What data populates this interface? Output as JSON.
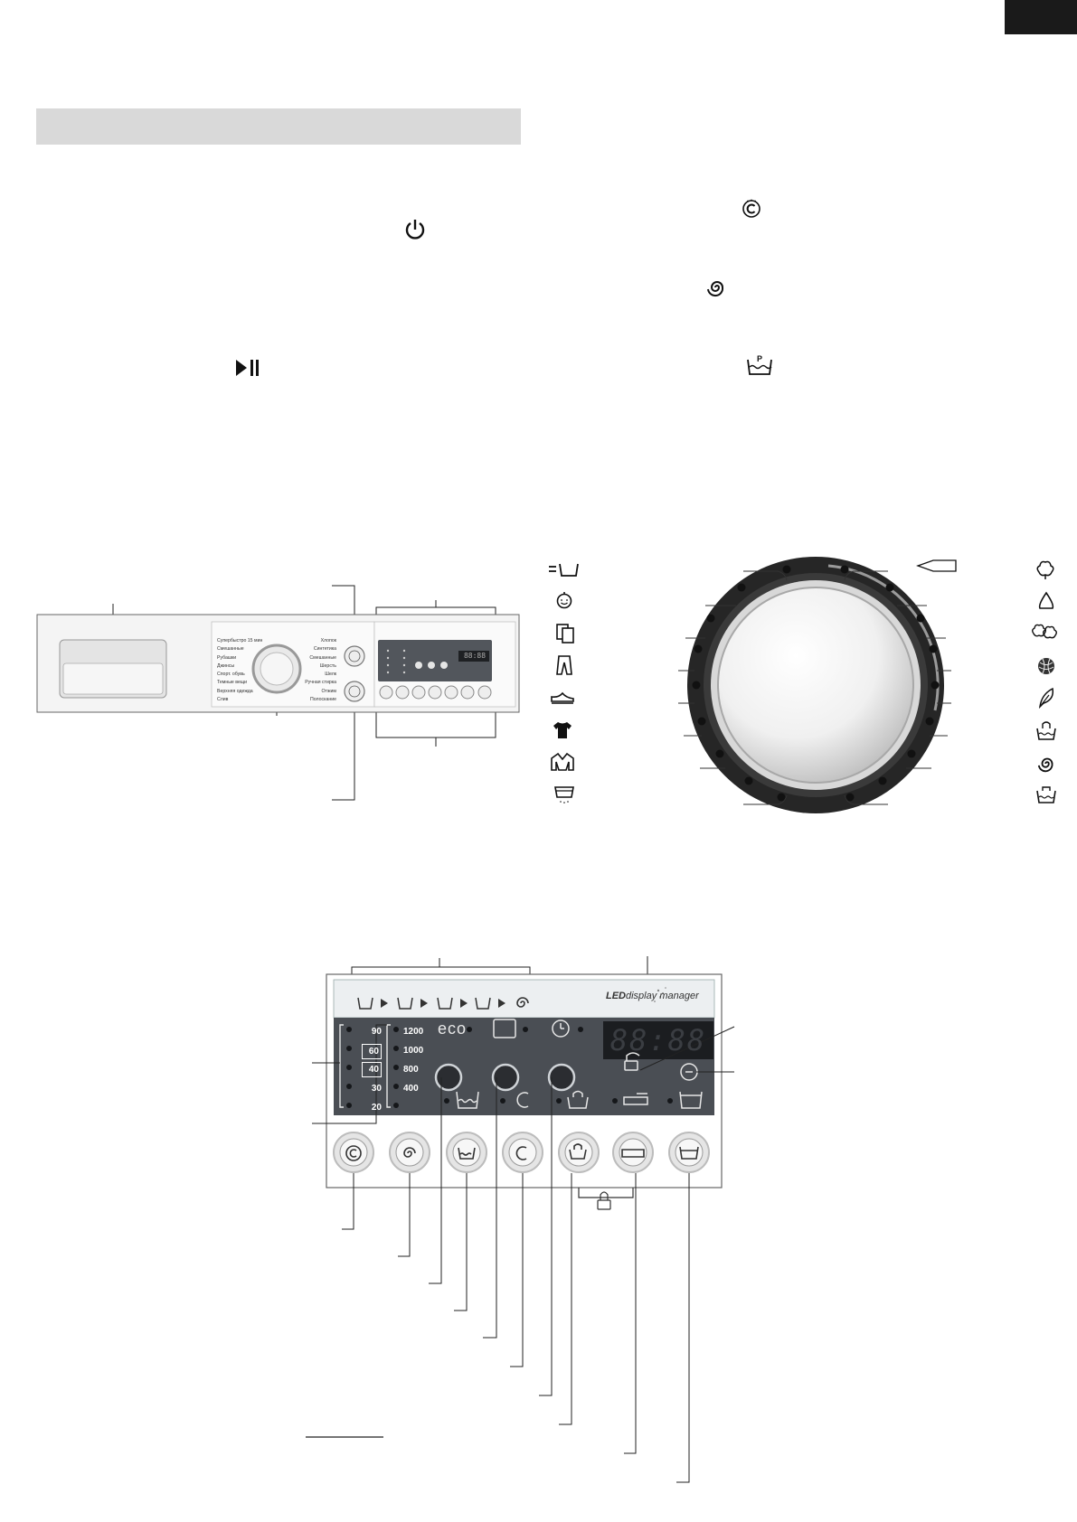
{
  "icons": {
    "power": "power-icon",
    "start_pause": "start-pause-icon",
    "prewash_c": "prewash-c-icon",
    "spin": "spin-icon",
    "prewash_p": "prewash-p-icon"
  },
  "front_panel": {
    "programs_left": [
      "Супербыстро 15 мин",
      "Смешанные",
      "Рубашки",
      "Джинсы",
      "Спорт. обувь",
      "Темные вещи",
      "Верхняя одежда",
      "Слив"
    ],
    "programs_right": [
      "Хлопок",
      "Синтетика",
      "Смешанные",
      "Шерсть",
      "Шелк",
      "Ручная стирка",
      "Отжим",
      "Полоскание"
    ],
    "lcd": "88:88"
  },
  "dial": {
    "left_icons": [
      "drain-icon",
      "timer-icon",
      "mixed-icon",
      "jeans-icon",
      "shoe-icon",
      "dark-shirt-icon",
      "jacket-icon",
      "rinse-icon"
    ],
    "right_icons": [
      "cotton-icon",
      "synthetic-icon",
      "mixed-cotton-icon",
      "wool-icon",
      "silk-icon",
      "handwash-icon",
      "spin-icon",
      "rinse-hold-icon"
    ]
  },
  "control_panel": {
    "brand_led": "LED",
    "brand_display": "display",
    "brand_manager": "manager",
    "lcd": "88:88",
    "temperatures": [
      "90",
      "60",
      "40",
      "30",
      "20"
    ],
    "spins": [
      "1200",
      "1000",
      "800",
      "400"
    ],
    "eco": "eco"
  },
  "colors": {
    "panel": "#4a4e54",
    "panel_dark": "#3e4248",
    "lcd_bg": "#1b1d20",
    "lcd_text": "#3a3d42",
    "dial_ring": "#2a2a2a"
  }
}
